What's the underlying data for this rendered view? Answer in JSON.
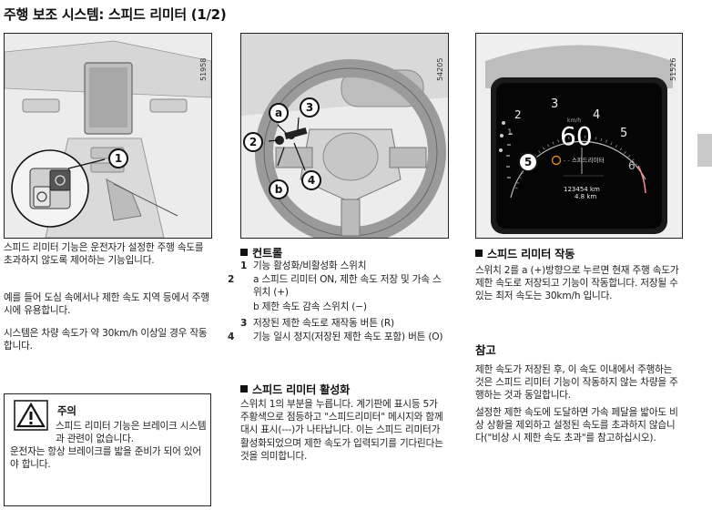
{
  "page_title": "주행 보조 시스템: 스피드 리미터 (1/2)",
  "figures": {
    "fig1_code": "51958",
    "fig2_code": "54205",
    "fig3_code": "51526",
    "fig1_callouts": [
      "1"
    ],
    "fig2_callouts": [
      "a",
      "2",
      "3",
      "b",
      "4"
    ],
    "fig3_callout": "5"
  },
  "dashboard": {
    "speed": "60",
    "unit": "km/h",
    "gauge_numbers": [
      "2",
      "3",
      "4",
      "5",
      "6",
      "1"
    ],
    "limiter_label": "스피드리미터",
    "odometer": "123454 km",
    "trip": "4.8 km"
  },
  "col1": {
    "p1": "스피드 리미터 기능은 운전자가 설정한 주행 속도를 초과하지 않도록 제어하는 기능입니다.",
    "p2": "예를 들어 도심 속에서나 제한 속도 지역 등에서 주행 시에 유용합니다.",
    "p3": "시스템은 차량 속도가 약 30km/h 이상일 경우 작동합니다.",
    "warning_title": "주의",
    "warning_text1": "스피드 리미터 기능은 브레이크 시스템과 관련이 없습니다.",
    "warning_text2": "운전자는 항상 브레이크를 밟을 준비가 되어 있어야 합니다."
  },
  "col2": {
    "controls_heading": "컨트롤",
    "items": [
      {
        "num": "1",
        "text": "기능 활성화/비활성화 스위치"
      },
      {
        "num": "2",
        "text": "a  스피드 리미터 ON, 제한 속도 저장 및 가속 스위치 (+)"
      },
      {
        "num": "",
        "text": "b  제한 속도 감속 스위치 (−)"
      },
      {
        "num": "3",
        "text": "저장된 제한 속도로 재작동 버튼 (R)"
      },
      {
        "num": "4",
        "text": "기능 일시 정지(저장된 제한 속도 포함) 버튼 (O)"
      }
    ],
    "activation_heading": "스피드 리미터 활성화",
    "activation_text": "스위치 1의 부분을 누릅니다. 계기판에 표시등 5가 주황색으로 점등하고 \"스피드리미터\" 메시지와 함께 대시 표시(---)가 나타납니다. 이는 스피드 리미터가 활성화되었으며 제한 속도가 입력되기를 기다린다는 것을 의미합니다."
  },
  "col3": {
    "operation_heading": "스피드 리미터 작동",
    "operation_text": "스위치 2를 a (+)방향으로 누르면 현재 주행 속도가 제한 속도로 저장되고 기능이 작동합니다. 저장될 수 있는 최저 속도는 30km/h 입니다.",
    "note_heading": "참고",
    "note1": "제한 속도가 저장된 후, 이 속도 이내에서 주행하는 것은 스피드 리미터 기능이 작동하지 않는 차량을 주행하는 것과 동일합니다.",
    "note2": "설정한 제한 속도에 도달하면 가속 페달을 밟아도 비상 상황을 제외하고 설정된 속도를 초과하지 않습니다(\"비상 시 제한 속도 초과\"를 참고하십시오)."
  },
  "colors": {
    "accent_orange": "#e0861c",
    "text": "#222222",
    "tab_gray": "#c9c9c9"
  }
}
